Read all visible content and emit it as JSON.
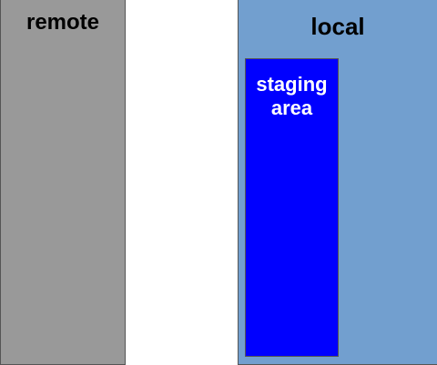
{
  "regions": {
    "remote": {
      "label": "remote",
      "fill": "#999999"
    },
    "local": {
      "label": "local",
      "fill": "#729fcf"
    },
    "staging": {
      "label_line1": "staging",
      "label_line2": "area",
      "fill": "#0000ff"
    }
  },
  "colors": {
    "background": "#ffffff",
    "border": "#555555",
    "label_dark": "#000000",
    "label_light": "#ffffff"
  }
}
